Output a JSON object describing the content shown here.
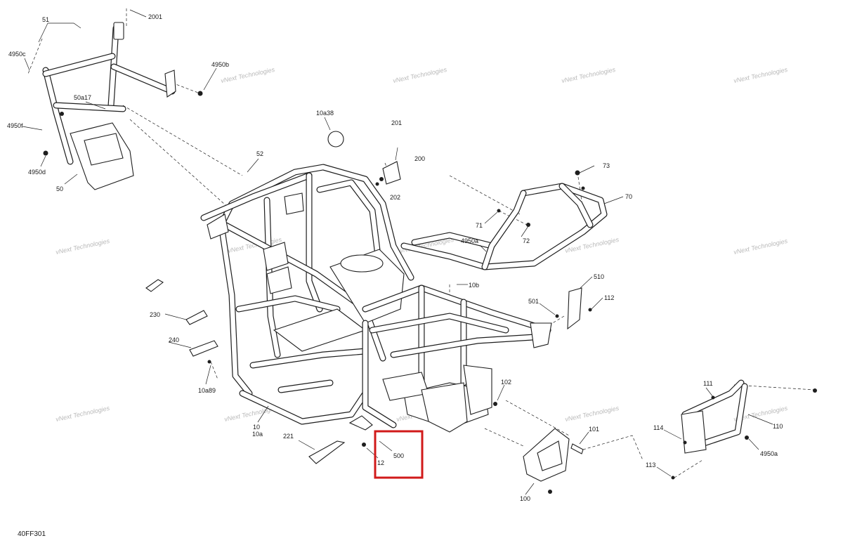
{
  "diagram": {
    "drawing_code": "40FF301",
    "watermark": "vNext Technologies",
    "highlighted_part": "500",
    "callouts": [
      "51",
      "2001",
      "4950c",
      "4950b",
      "50a17",
      "4950f",
      "4950d",
      "50",
      "10a38",
      "52",
      "201",
      "200",
      "202",
      "73",
      "70",
      "71",
      "72",
      "4950a",
      "10b",
      "510",
      "501",
      "112",
      "230",
      "240",
      "10a89",
      "10",
      "10a",
      "221",
      "12",
      "500",
      "102",
      "101",
      "100",
      "111",
      "114",
      "110",
      "4950a",
      "113"
    ]
  }
}
